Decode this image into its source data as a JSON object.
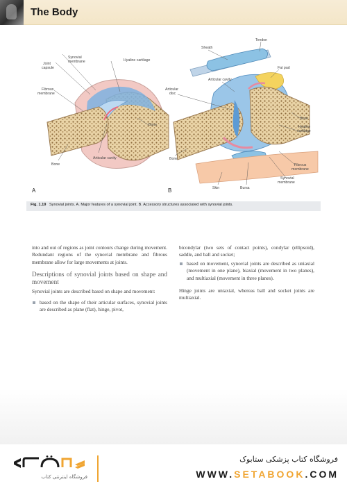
{
  "header": {
    "title": "The Body"
  },
  "figure": {
    "panel_a": "A",
    "panel_b": "B",
    "labels_a": {
      "synovial_membrane": "Synovial\nmembrane",
      "joint_capsule": "Joint\ncapsule",
      "hyaline_cartilage": "Hyaline cartilage",
      "fibrous_membrane": "Fibrous\nmembrane",
      "bone_right": "Bone",
      "bone_left": "Bone",
      "articular_cavity": "Articular cavity"
    },
    "labels_b": {
      "sheath": "Sheath",
      "tendon": "Tendon",
      "fat_pad": "Fat pad",
      "articular_cavity": "Articular cavity",
      "articular_disc": "Articular\ndisc",
      "bone_right": "Bone",
      "hyaline_cartilage": "Hyaline\ncartilage",
      "bone_left": "Bone",
      "fibrous_membrane": "Fibrous\nmembrane",
      "synovial_membrane": "Synovial\nmembrane",
      "skin": "Skin",
      "bursa": "Bursa"
    },
    "caption_label": "Fig. 1.19",
    "caption_text": "Synovial joints. A. Major features of a synovial joint. B. Accessory structures associated with synovial joints."
  },
  "text": {
    "left_p1": "into and out of regions as joint contours change during movement. Redundant regions of the synovial membrane and fibrous membrane allow for large movements at joints.",
    "heading": "Descriptions of synovial joints based on shape and movement",
    "left_p2": "Synovial joints are described based on shape and movement:",
    "bullet1": "based on the shape of their articular surfaces, synovial joints are described as plane (flat), hinge, pivot,",
    "right_p1": "bicondylar (two sets of contact points), condylar (ellipsoid), saddle, and ball and socket;",
    "bullet2": "based on movement, synovial joints are described as uniaxial (movement in one plane), biaxial (movement in two planes), and multiaxial (movement in three planes).",
    "right_p2": "Hinge joints are uniaxial, whereas ball and socket joints are multiaxial."
  },
  "footer": {
    "fa_title": "فروشگاه کتاب پزشکی ستابوک",
    "site_prefix": "WWW.",
    "site_brand": "SETABOOK",
    "site_suffix": ".COM",
    "logo_sub": "فروشگاه اینترنتی کتاب"
  },
  "colors": {
    "header_bg": "#f4e6c8",
    "accent": "#f0a532",
    "caption_bg": "#e8eaed"
  }
}
